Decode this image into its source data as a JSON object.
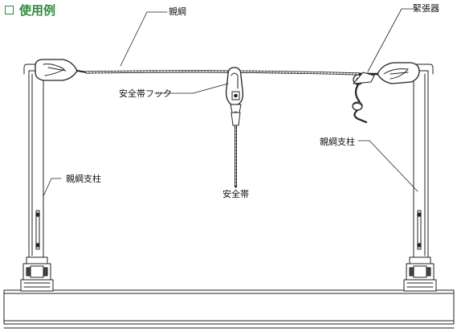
{
  "title": {
    "text": "使用例",
    "color": "#2f8a3c"
  },
  "labels": {
    "rope": "親綱",
    "tensioner": "緊張器",
    "harness_hook": "安全帯フック",
    "harness": "安全帯",
    "left_post": "親綱支柱",
    "right_post": "親綱支柱"
  }
}
